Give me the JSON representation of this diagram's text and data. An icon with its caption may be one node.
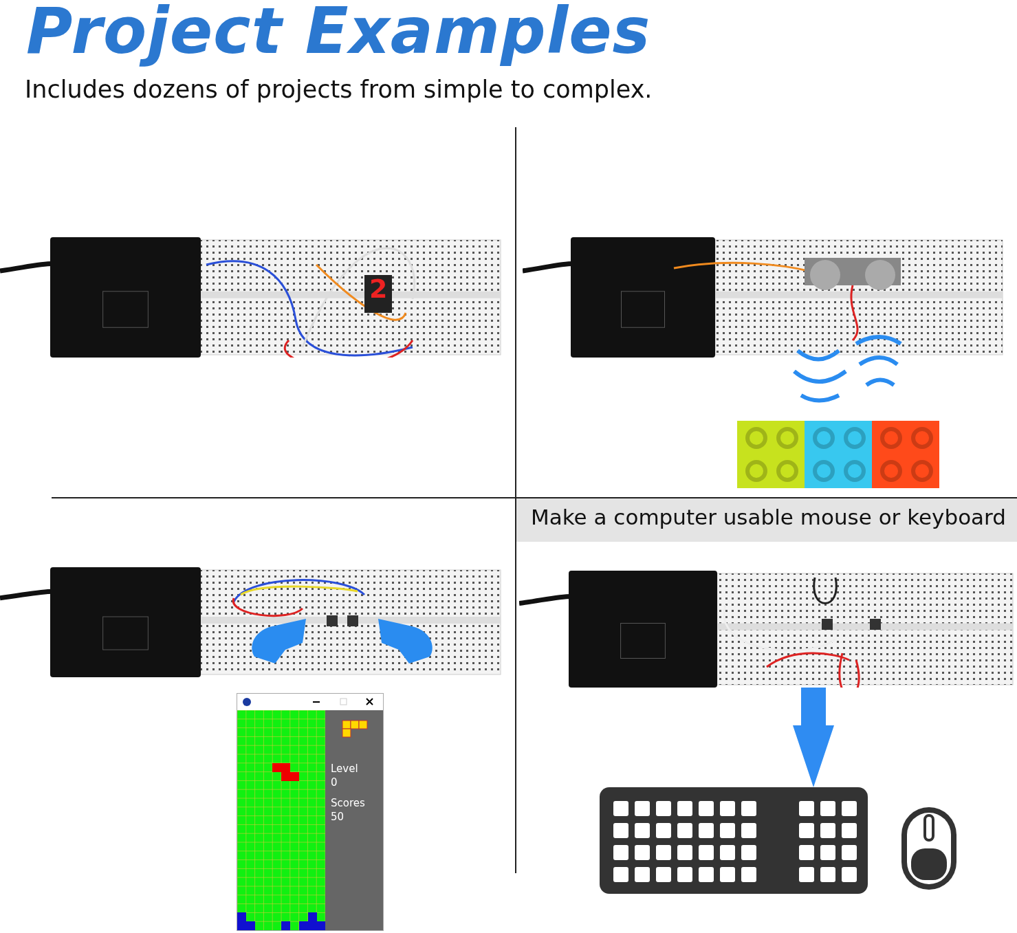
{
  "diagram": {
    "title": "Project Examples",
    "nodes": [
      {
        "text": [],
        "shape": "picture"
      },
      {
        "text": [],
        "shape": "picture"
      }
    ],
    "edges": [
      {
        "from": 0,
        "to": 1,
        "arrow": "to"
      }
    ],
    "labels": [
      "Includes dozens of projects from simple to complex.",
      "Level",
      "0",
      "Scores",
      "50",
      "Make a computer usable mouse or keyboard",
      "2"
    ]
  }
}
